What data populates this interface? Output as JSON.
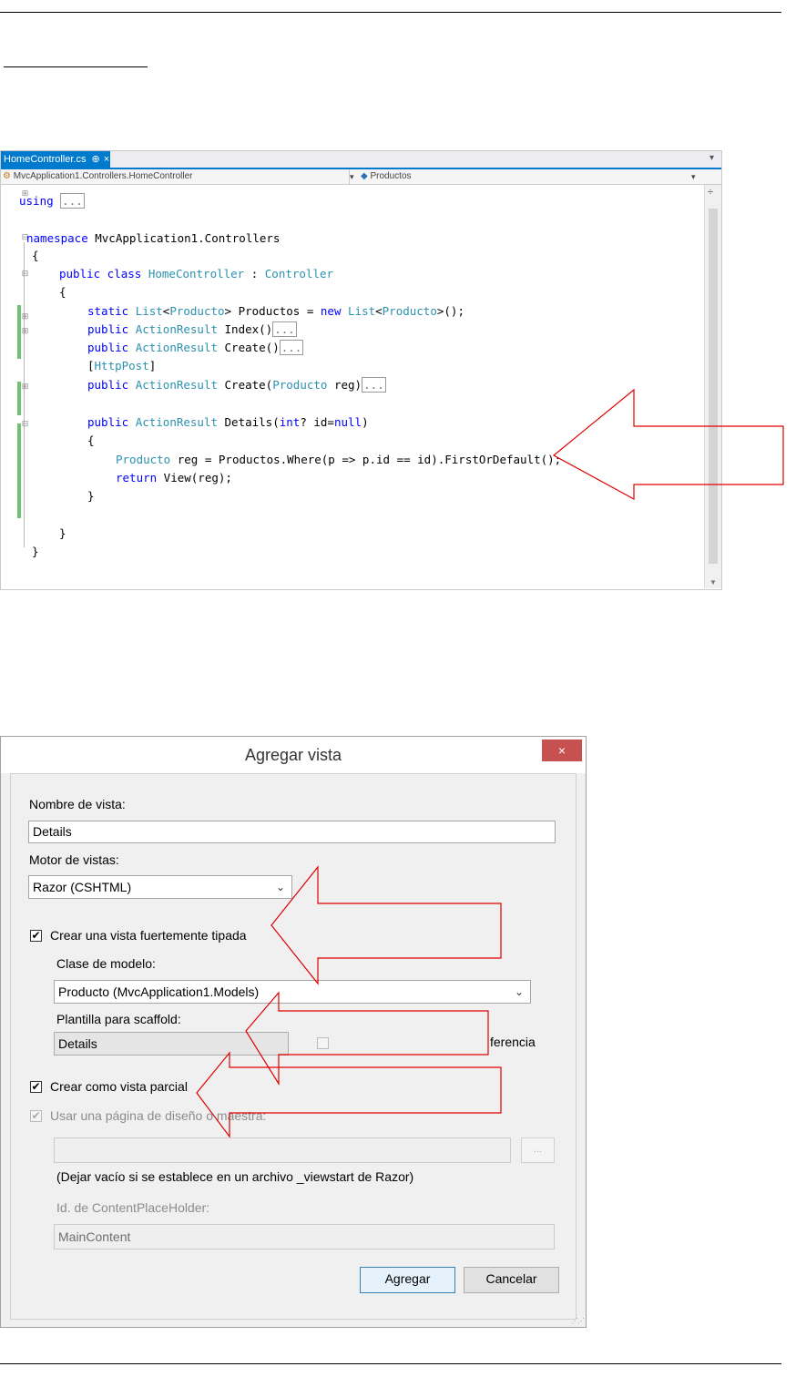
{
  "editor": {
    "tab_label": "HomeController.cs",
    "tab_pin": "⊕",
    "tab_close": "×",
    "nav_left": "MvcApplication1.Controllers.HomeController",
    "nav_right": "Productos",
    "lines": {
      "l1_kw": "using",
      "l1_collapsed": "...",
      "l2_kw": "namespace",
      "l2_text": " MvcApplication1.Controllers",
      "l3": "{",
      "l4_kw": "public class",
      "l4_ty1": "HomeController",
      "l4_sep": " : ",
      "l4_ty2": "Controller",
      "l5": "{",
      "l6_kw": "static",
      "l6_ty1": "List",
      "l6_a": "<",
      "l6_ty2": "Producto",
      "l6_b": "> Productos = ",
      "l6_kw2": "new",
      "l6_ty3": "List",
      "l6_c": "<",
      "l6_ty4": "Producto",
      "l6_d": ">();",
      "l7_kw": "public",
      "l7_ty": "ActionResult",
      "l7_text": " Index()",
      "l7_collapsed": "...",
      "l8_kw": "public",
      "l8_ty": "ActionResult",
      "l8_text": " Create()",
      "l8_collapsed": "...",
      "l9_a": "[",
      "l9_ty": "HttpPost",
      "l9_b": "]",
      "l10_kw": "public",
      "l10_ty": "ActionResult",
      "l10_a": " Create(",
      "l10_ty2": "Producto",
      "l10_b": " reg)",
      "l10_collapsed": "...",
      "l11_kw": "public",
      "l11_ty": "ActionResult",
      "l11_a": " Details(",
      "l11_kw2": "int",
      "l11_b": "? id=",
      "l11_kw3": "null",
      "l11_c": ")",
      "l12": "{",
      "l13_ty": "Producto",
      "l13_text": " reg = Productos.Where(p => p.id == id).FirstOrDefault();",
      "l14_kw": "return",
      "l14_text": " View(reg);",
      "l15": "}",
      "l16": "}",
      "l17": "}"
    }
  },
  "dialog": {
    "title": "Agregar vista",
    "close_label": "×",
    "view_name_label": "Nombre de vista:",
    "view_name_value": "Details",
    "engine_label": "Motor de vistas:",
    "engine_value": "Razor (CSHTML)",
    "strongly_typed_label": "Crear una vista fuertemente tipada",
    "model_class_label": "Clase de modelo:",
    "model_class_value": "Producto (MvcApplication1.Models)",
    "scaffold_label": "Plantilla para scaffold:",
    "scaffold_value": "Details",
    "reference_label": "ferencia",
    "partial_label": "Crear como vista parcial",
    "layout_label": "Usar una página de diseño o maestra:",
    "layout_path_value": "",
    "browse_label": "...",
    "layout_hint": "(Dejar vacío si se establece en un archivo _viewstart de Razor)",
    "placeholder_label": "Id. de ContentPlaceHolder:",
    "placeholder_value": "MainContent",
    "add_button": "Agregar",
    "cancel_button": "Cancelar",
    "check_mark": "✔"
  },
  "colors": {
    "keyword": "#0000ff",
    "type": "#2b91af",
    "tab_accent": "#007acc",
    "arrow_stroke": "#e00000"
  }
}
